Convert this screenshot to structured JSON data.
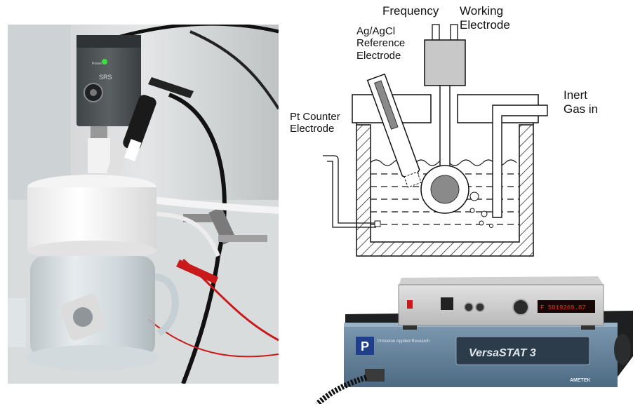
{
  "labels": {
    "frequency": "Frequency",
    "working_electrode": "Working\nElectrode",
    "reference_electrode": "Ag/AgCl\nReference\nElectrode",
    "counter_electrode": "Pt Counter\nElectrode",
    "inert_gas": "Inert\nGas in"
  },
  "photo": {
    "sensor_brand": "SRS",
    "sensor_led": "Power"
  },
  "instrument": {
    "brand": "Princeton Applied Research",
    "model": "VersaSTAT 3",
    "maker": "AMETEK",
    "display_value": "F 5019269.87"
  },
  "colors": {
    "electrode_gray": "#8a8a8a",
    "electrode_dark": "#555555",
    "led_green": "#39e23a",
    "chassis_blue": "#6a8aa3",
    "display_red": "#ff2a1a",
    "clip_red": "#c81a1a"
  }
}
